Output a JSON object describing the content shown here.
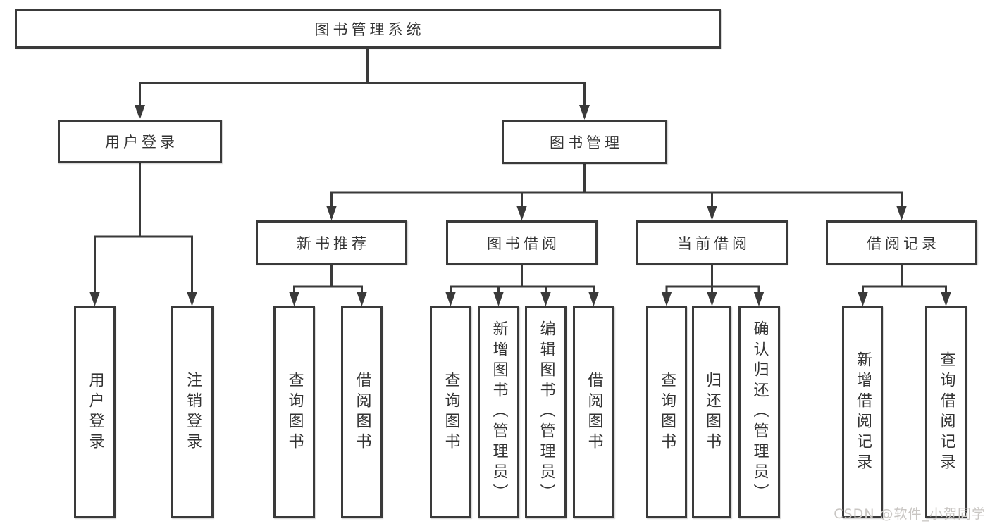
{
  "diagram": {
    "type": "tree",
    "colors": {
      "line": "#3a3a3a",
      "box_border": "#3a3a3a",
      "box_fill": "#ffffff",
      "text": "#333333",
      "watermark": "#c9c6c3"
    },
    "watermark": "CSDN @软件_小贺同学",
    "tree": {
      "label": "图书管理系统",
      "children": [
        {
          "label": "用户登录",
          "children": [
            {
              "label": "用户登录"
            },
            {
              "label": "注销登录"
            }
          ]
        },
        {
          "label": "图书管理",
          "children": [
            {
              "label": "新书推荐",
              "children": [
                {
                  "label": "查询图书"
                },
                {
                  "label": "借阅图书"
                }
              ]
            },
            {
              "label": "图书借阅",
              "children": [
                {
                  "label": "查询图书"
                },
                {
                  "label": "新增图书（管理员）"
                },
                {
                  "label": "编辑图书（管理员）"
                },
                {
                  "label": "借阅图书"
                }
              ]
            },
            {
              "label": "当前借阅",
              "children": [
                {
                  "label": "查询图书"
                },
                {
                  "label": "归还图书"
                },
                {
                  "label": "确认归还（管理员）"
                }
              ]
            },
            {
              "label": "借阅记录",
              "children": [
                {
                  "label": "新增借阅记录"
                },
                {
                  "label": "查询借阅记录"
                }
              ]
            }
          ]
        }
      ]
    }
  }
}
